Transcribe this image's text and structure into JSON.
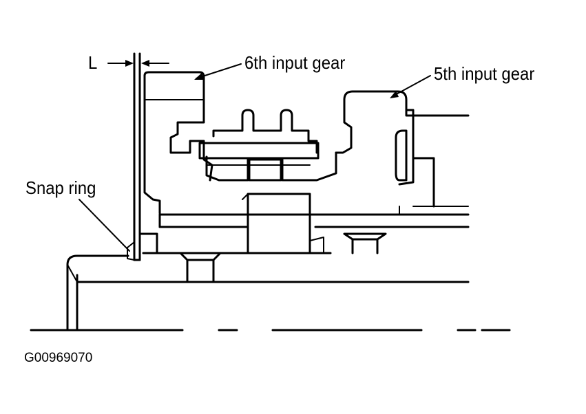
{
  "labels": {
    "dimension": "L",
    "gear6": "6th input gear",
    "gear5": "5th input gear",
    "snap_ring": "Snap ring",
    "figure_code": "G00969070"
  },
  "colors": {
    "ink": "#000000",
    "paper": "#ffffff"
  }
}
